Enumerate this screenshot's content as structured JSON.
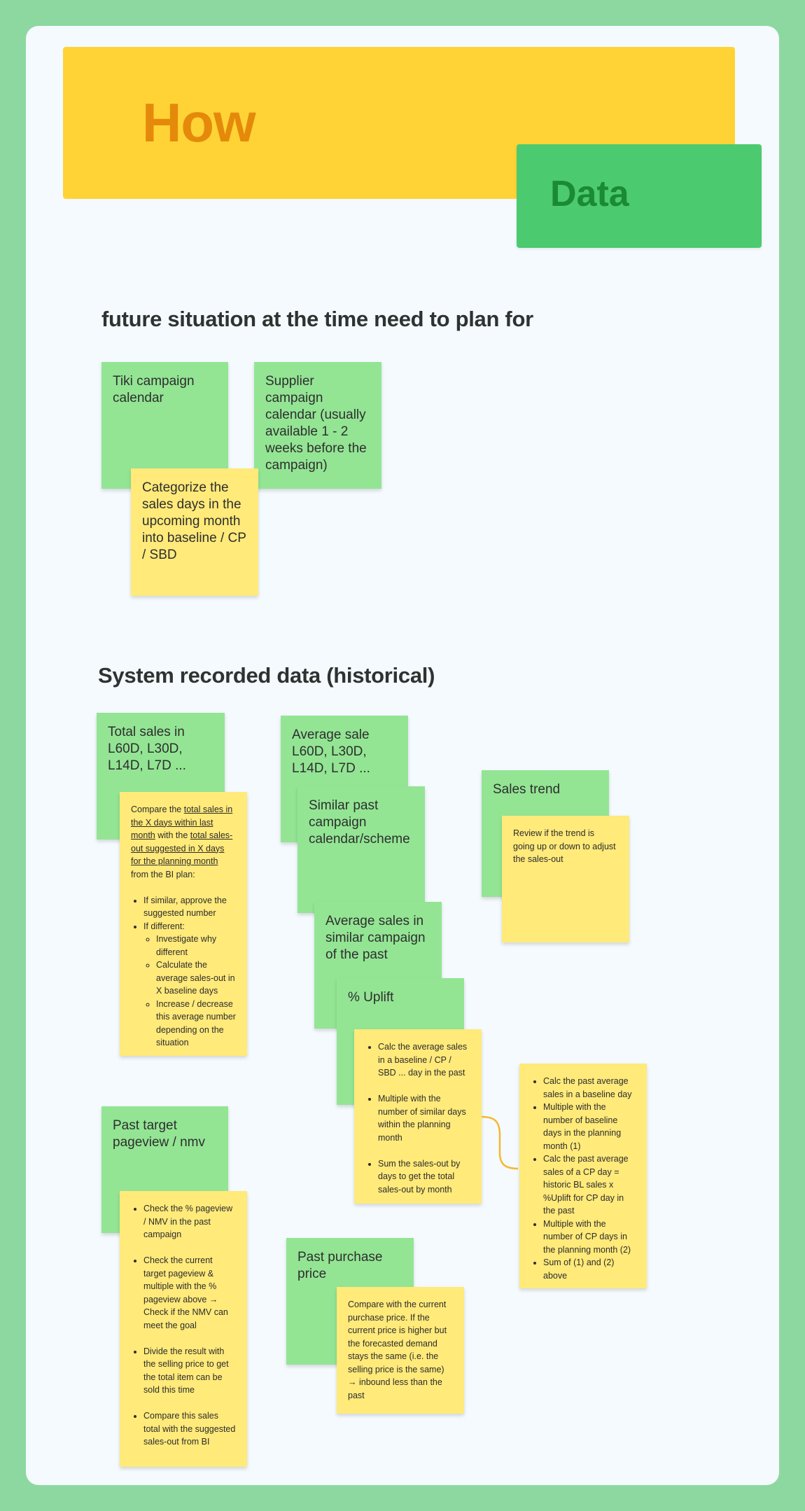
{
  "banner": {
    "how": "How",
    "data": "Data"
  },
  "section1": {
    "heading": "future situation at the time need to plan for",
    "notes": {
      "tiki": "Tiki campaign calendar",
      "supplier": "Supplier campaign calendar (usually available 1 - 2 weeks before the campaign)",
      "categorize": "Categorize the sales days in the upcoming month into baseline / CP / SBD"
    }
  },
  "section2": {
    "heading": "System recorded data (historical)",
    "total_sales": {
      "title": "Total sales in L60D, L30D, L14D, L7D ...",
      "desc": {
        "p1": "Compare the ",
        "u1": "total sales in the X days within last month",
        "p2": " with the ",
        "u2": "total sales-out suggested in X days for the planning month",
        "p3": " from the BI plan:"
      },
      "bullets": [
        "If similar, approve the suggested number",
        "If different:"
      ],
      "sub_bullets": [
        "Investigate why different",
        "Calculate the average sales-out in X baseline days",
        "Increase / decrease this average number depending on the situation"
      ]
    },
    "average_sale": {
      "title": "Average sale L60D, L30D, L14D, L7D ..."
    },
    "similar_campaign": {
      "title": "Similar past campaign calendar/scheme"
    },
    "avg_similar": {
      "title": "Average sales in similar campaign of the past"
    },
    "uplift": {
      "title": "% Uplift"
    },
    "calc_steps": [
      "Calc the average sales in a baseline / CP / SBD ... day in the past",
      "Multiple with the number of similar days within the planning month",
      "Sum the sales-out by days to get the total sales-out by month"
    ],
    "calc_detail": [
      "Calc the past average sales in a baseline day",
      "Multiple with the number of baseline days in the planning month (1)",
      "Calc the past average sales of a CP day = historic BL sales x %Uplift for CP day in the past",
      "Multiple with the number of CP days in the planning month (2)",
      "Sum of (1) and (2) above"
    ],
    "sales_trend": {
      "title": "Sales trend",
      "desc": "Review if the trend is going up or down to adjust the sales-out"
    },
    "pageview": {
      "title": "Past target pageview / nmv",
      "bullets": [
        "Check the % pageview / NMV in the past campaign",
        "Check the current target pageview & multiple with the % pageview above → Check if the NMV can meet the goal",
        "Divide the result with the selling price to get the total item can be sold this time",
        "Compare this sales total with the suggested sales-out from BI"
      ]
    },
    "purchase_price": {
      "title": "Past purchase price",
      "desc": "Compare with the current purchase price. If the current price is higher but the forecasted demand stays the same (i.e. the selling price is the same) → inbound less than the past"
    }
  },
  "colors": {
    "board": "#f4fafe",
    "frame": "#8dd8a0",
    "yellow_banner": "#ffd335",
    "green_banner": "#4cca6f",
    "green_note": "#93e594",
    "yellow_note": "#ffea7a",
    "connector": "#f5b82e"
  }
}
